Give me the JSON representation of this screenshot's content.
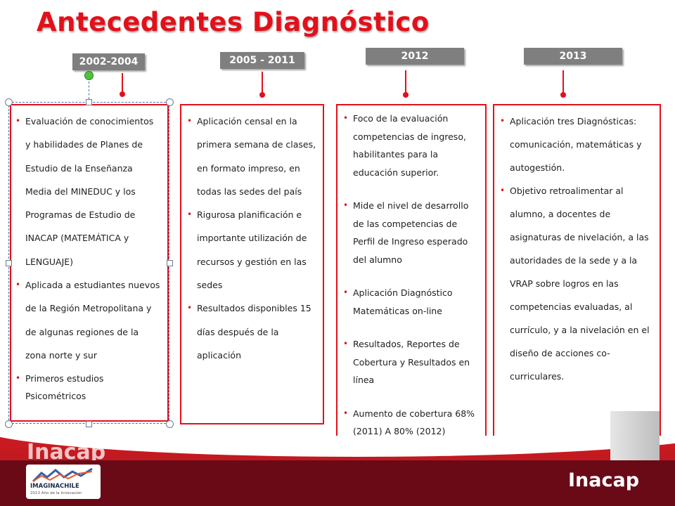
{
  "slide": {
    "title": "Antecedentes Diagnóstico",
    "periods": [
      {
        "year": "2002-2004",
        "items": [
          "Evaluación de conocimientos y habilidades de Planes de Estudio de la Enseñanza Media del MINEDUC y los Programas de Estudio de INACAP (MATEMÁTICA y LENGUAJE)",
          "Aplicada a estudiantes nuevos de la Región Metropolitana y de algunas regiones de la zona norte y sur",
          "Primeros estudios Psicométricos"
        ]
      },
      {
        "year": "2005 - 2011",
        "items": [
          "Aplicación censal en la primera semana de clases, en formato impreso, en todas las sedes del país",
          "Rigurosa planificación e importante utilización de recursos y gestión en las sedes",
          "Resultados disponibles 15 días después de la aplicación"
        ]
      },
      {
        "year": "2012",
        "items": [
          "Foco de la evaluación competencias de ingreso, habilitantes para la educación superior.",
          "Mide el nivel de desarrollo de las competencias de Perfil de Ingreso esperado del alumno",
          "Aplicación Diagnóstico Matemáticas on-line",
          "Resultados, Reportes de Cobertura y Resultados en línea",
          "Aumento de cobertura 68% (2011) A 80% (2012)"
        ]
      },
      {
        "year": "2013",
        "items": [
          "Aplicación tres Diagnósticas: comunicación, matemáticas y autogestión.",
          "Objetivo retroalimentar al alumno, a docentes de asignaturas de nivelación, a las autoridades de la sede y a la VRAP sobre logros en las competencias evaluadas, al currículo, y a la nivelación en el diseño de acciones co-curriculares."
        ]
      }
    ]
  },
  "branding": {
    "watermark_logo": "Inacap",
    "footer_logo": "Inacap",
    "imagina_name": "IMAGINACHILE",
    "imagina_sub": "2013 Año de la Innovación"
  },
  "colors": {
    "accent_red": "#e3101a",
    "year_tag": "#7f7f7f",
    "footer": "#6a0a17"
  }
}
